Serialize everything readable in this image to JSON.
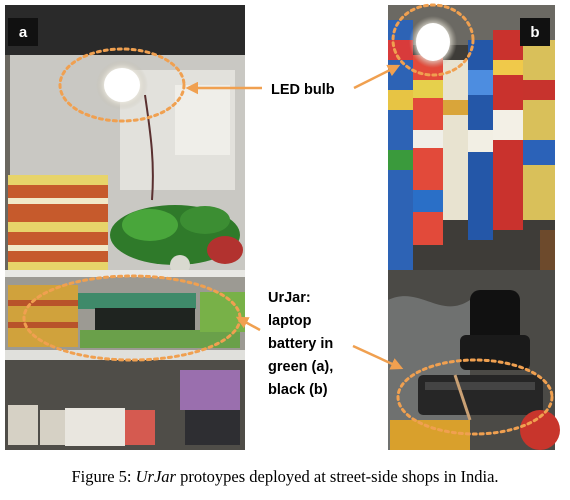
{
  "panels": [
    {
      "label": "a"
    },
    {
      "label": "b"
    }
  ],
  "annotations": {
    "led": "LED bulb",
    "urjar_lines": [
      "UrJar:",
      "laptop",
      "battery in",
      "green (a),",
      "black (b)"
    ]
  },
  "caption": {
    "prefix": "Figure 5: ",
    "emphasis": "UrJar",
    "rest": " protoypes deployed at street-side shops in India."
  },
  "colors": {
    "annotation_accent": "#f0a050",
    "label_background": "#111111"
  }
}
